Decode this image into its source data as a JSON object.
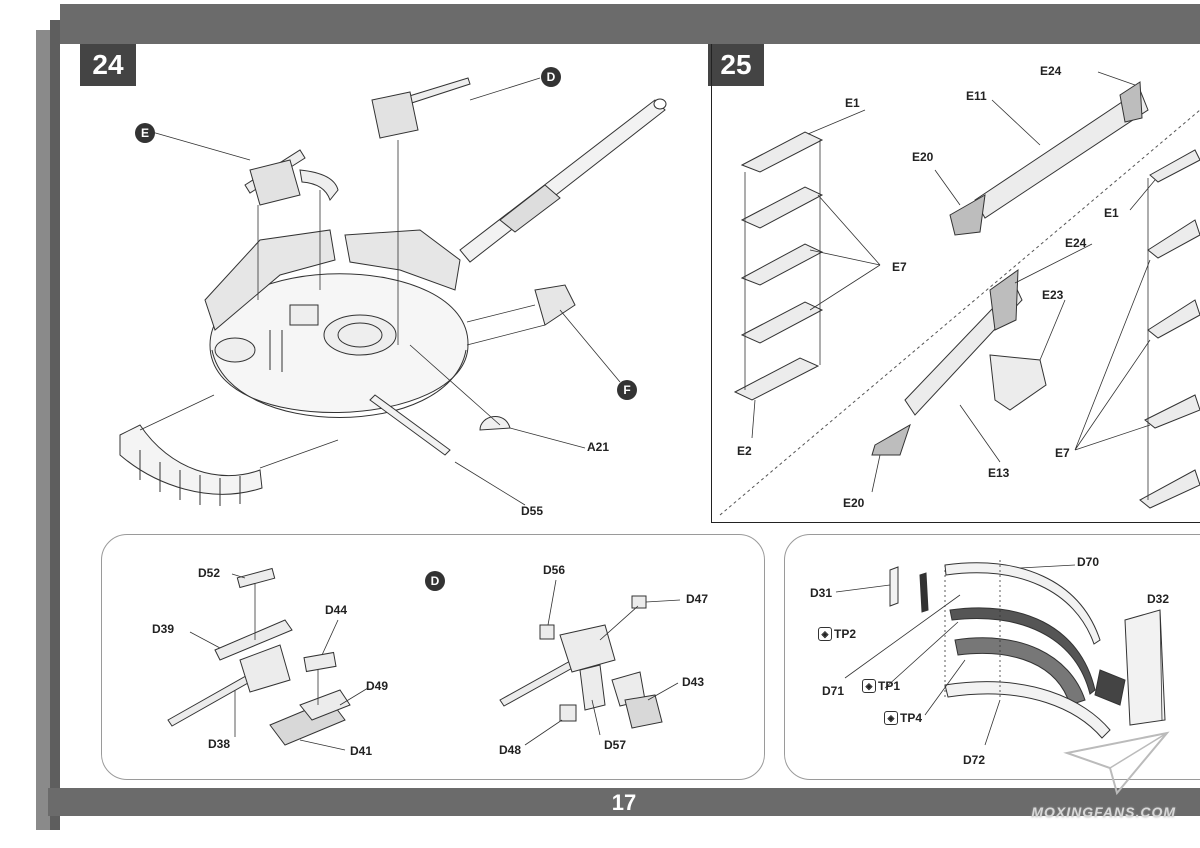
{
  "page_number": "17",
  "steps": [
    {
      "number": "24"
    },
    {
      "number": "25"
    }
  ],
  "step24": {
    "callouts": [
      "D",
      "E",
      "F"
    ],
    "parts": [
      "A21",
      "D55"
    ]
  },
  "step25": {
    "parts": [
      "E1",
      "E11",
      "E24",
      "E20",
      "E7",
      "E2",
      "E24",
      "E23",
      "E13",
      "E20",
      "E1",
      "E7"
    ]
  },
  "subassembly_d_left": {
    "callout": "D",
    "parts": [
      "D52",
      "D39",
      "D44",
      "D49",
      "D38",
      "D41"
    ]
  },
  "subassembly_d_right": {
    "parts": [
      "D56",
      "D47",
      "D43",
      "D48",
      "D57"
    ]
  },
  "subassembly_f": {
    "parts": [
      "D70",
      "D31",
      "D32",
      "D71",
      "D72"
    ],
    "photo_etch": [
      "TP2",
      "TP1",
      "TP4"
    ]
  },
  "watermark": "MOXINGFANS.COM"
}
